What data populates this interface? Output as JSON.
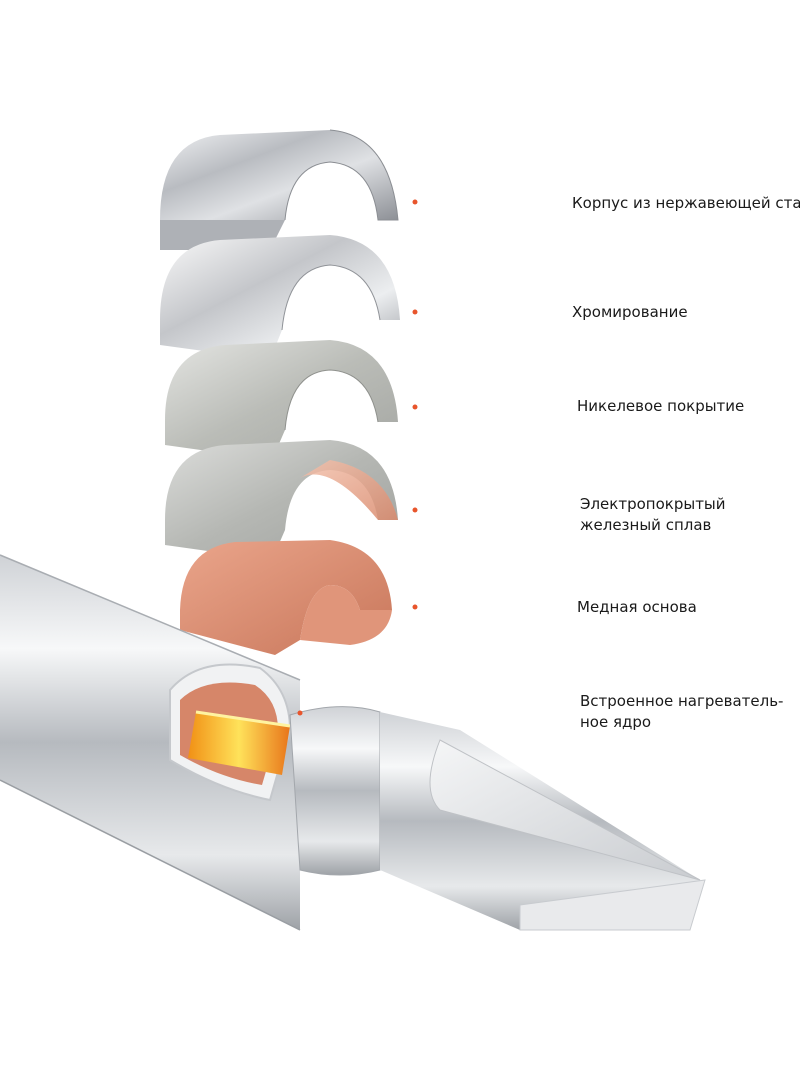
{
  "diagram": {
    "accent_color": "#e8552c",
    "layers": [
      {
        "id": "stainless-shell",
        "lines": [
          "Корпус из нержавеющей стали"
        ]
      },
      {
        "id": "chrome",
        "lines": [
          "Хромирование"
        ]
      },
      {
        "id": "nickel",
        "lines": [
          "Никелевое покрытие"
        ]
      },
      {
        "id": "iron-alloy",
        "lines": [
          "Электропокрытый",
          "железный сплав"
        ]
      },
      {
        "id": "copper",
        "lines": [
          "Медная основа"
        ]
      },
      {
        "id": "heating-core",
        "lines": [
          "Встроенное нагреватель-",
          "ное ядро"
        ]
      }
    ]
  }
}
